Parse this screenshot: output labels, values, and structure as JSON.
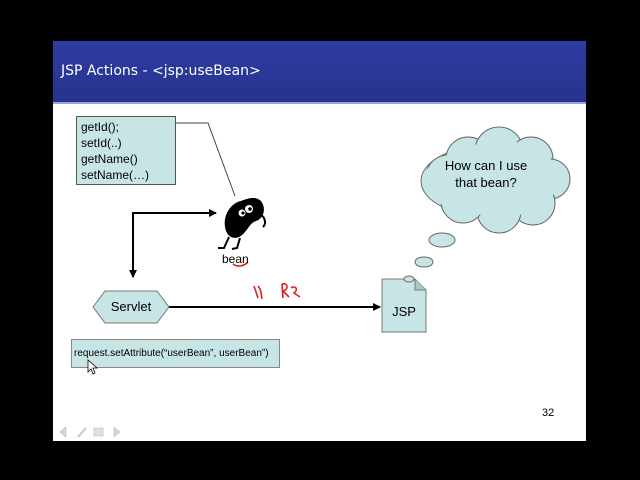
{
  "slide": {
    "title": "JSP Actions - <jsp:useBean>",
    "page_number": "32"
  },
  "methods_box": {
    "lines": [
      "getId();",
      "setId(..)",
      "getName()",
      "setName(…)"
    ]
  },
  "bean": {
    "label": "bean"
  },
  "thought_bubble": {
    "line1": "How can I use",
    "line2": "that bean?"
  },
  "servlet": {
    "label": "Servlet"
  },
  "jsp": {
    "label": "JSP"
  },
  "request_box": {
    "text": "request.setAttribute(“userBean”, userBean”)"
  },
  "colors": {
    "title_bar": "#2a3796",
    "box_fill": "#c7e5e5",
    "annotation_red": "#e02020"
  },
  "icons": {
    "bean": "bean-character-icon",
    "cursor": "mouse-pointer-icon",
    "nav": [
      "prev-slide-icon",
      "pen-icon",
      "menu-icon",
      "next-slide-icon"
    ]
  }
}
